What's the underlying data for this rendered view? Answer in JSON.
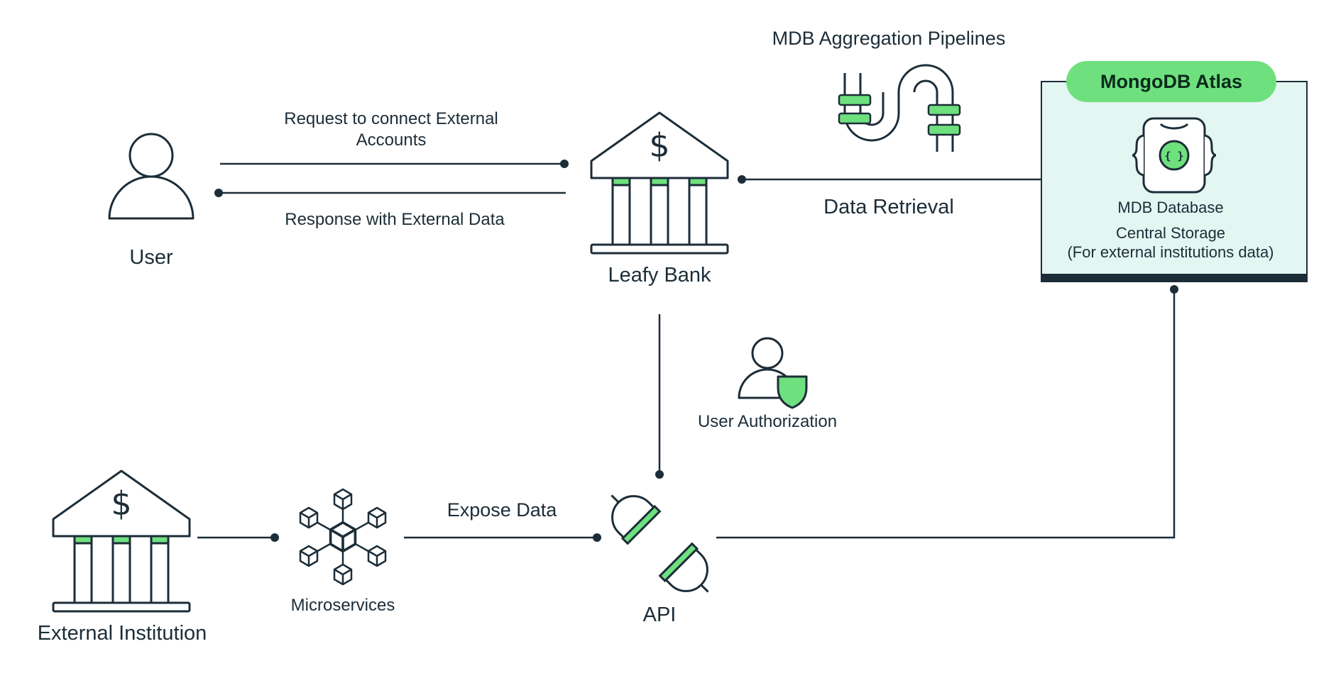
{
  "nodes": {
    "user": {
      "label": "User"
    },
    "leafy_bank": {
      "label": "Leafy Bank"
    },
    "external_institution": {
      "label": "External Institution"
    },
    "microservices": {
      "label": "Microservices"
    },
    "api": {
      "label": "API"
    },
    "user_authorization": {
      "label": "User Authorization"
    },
    "pipelines": {
      "label": "MDB Aggregation Pipelines"
    }
  },
  "edges": {
    "request": {
      "label_line1": "Request to connect External",
      "label_line2": "Accounts"
    },
    "response": {
      "label": "Response with External Data"
    },
    "data_retrieval": {
      "label": "Data Retrieval"
    },
    "expose_data": {
      "label": "Expose Data"
    }
  },
  "atlas": {
    "title": "MongoDB Atlas",
    "db_label": "MDB Database",
    "storage_line1": "Central Storage",
    "storage_line2": "(For external institutions data)",
    "db_glyph": "{ }"
  },
  "colors": {
    "accent_green": "#6ee07e",
    "atlas_background": "#e3f6f2",
    "ink": "#1c2d38"
  }
}
